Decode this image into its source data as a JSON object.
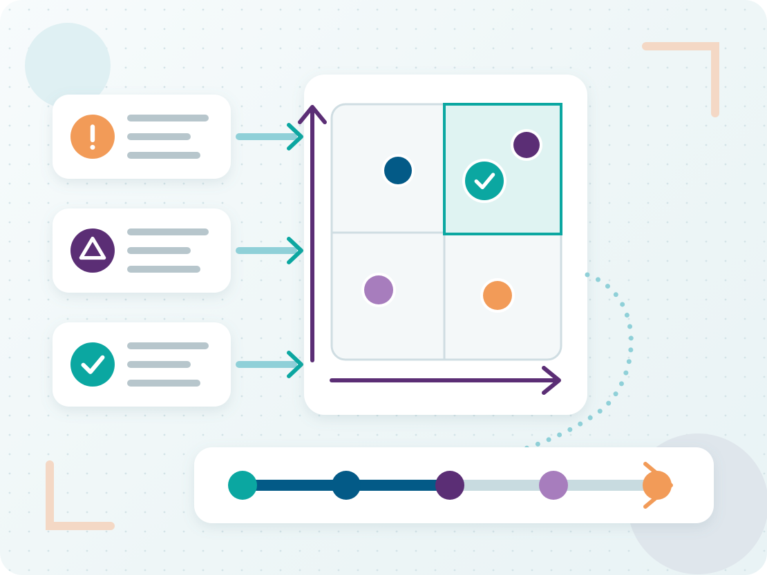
{
  "colors": {
    "teal": "#0ba7a1",
    "dark_blue": "#035a87",
    "dark_purple": "#5b2e75",
    "light_purple": "#a77dbd",
    "orange": "#f29b58",
    "light_teal_arrow": "#8fd0d8",
    "text_line_gray": "#b7c6cc",
    "grid_border": "#cfdde2",
    "highlight_fill": "#dff3f2",
    "corner_orange": "#f4d8c5",
    "card_white": "#ffffff"
  },
  "status_cards": [
    {
      "icon": "exclamation-icon",
      "color": "orange"
    },
    {
      "icon": "triangle-icon",
      "color": "dark_purple"
    },
    {
      "icon": "check-icon",
      "color": "teal"
    }
  ],
  "quadrant_grid": {
    "highlighted_quadrant": "top-right",
    "points": [
      {
        "quadrant": "top-left",
        "color": "dark_blue"
      },
      {
        "quadrant": "top-right",
        "color": "dark_purple"
      },
      {
        "quadrant": "top-right",
        "color": "teal",
        "icon": "check-icon"
      },
      {
        "quadrant": "bottom-left",
        "color": "light_purple"
      },
      {
        "quadrant": "bottom-right",
        "color": "orange"
      }
    ]
  },
  "timeline": {
    "nodes": [
      "teal",
      "dark_blue",
      "dark_purple",
      "light_purple",
      "orange"
    ],
    "completed_segments": 2
  }
}
